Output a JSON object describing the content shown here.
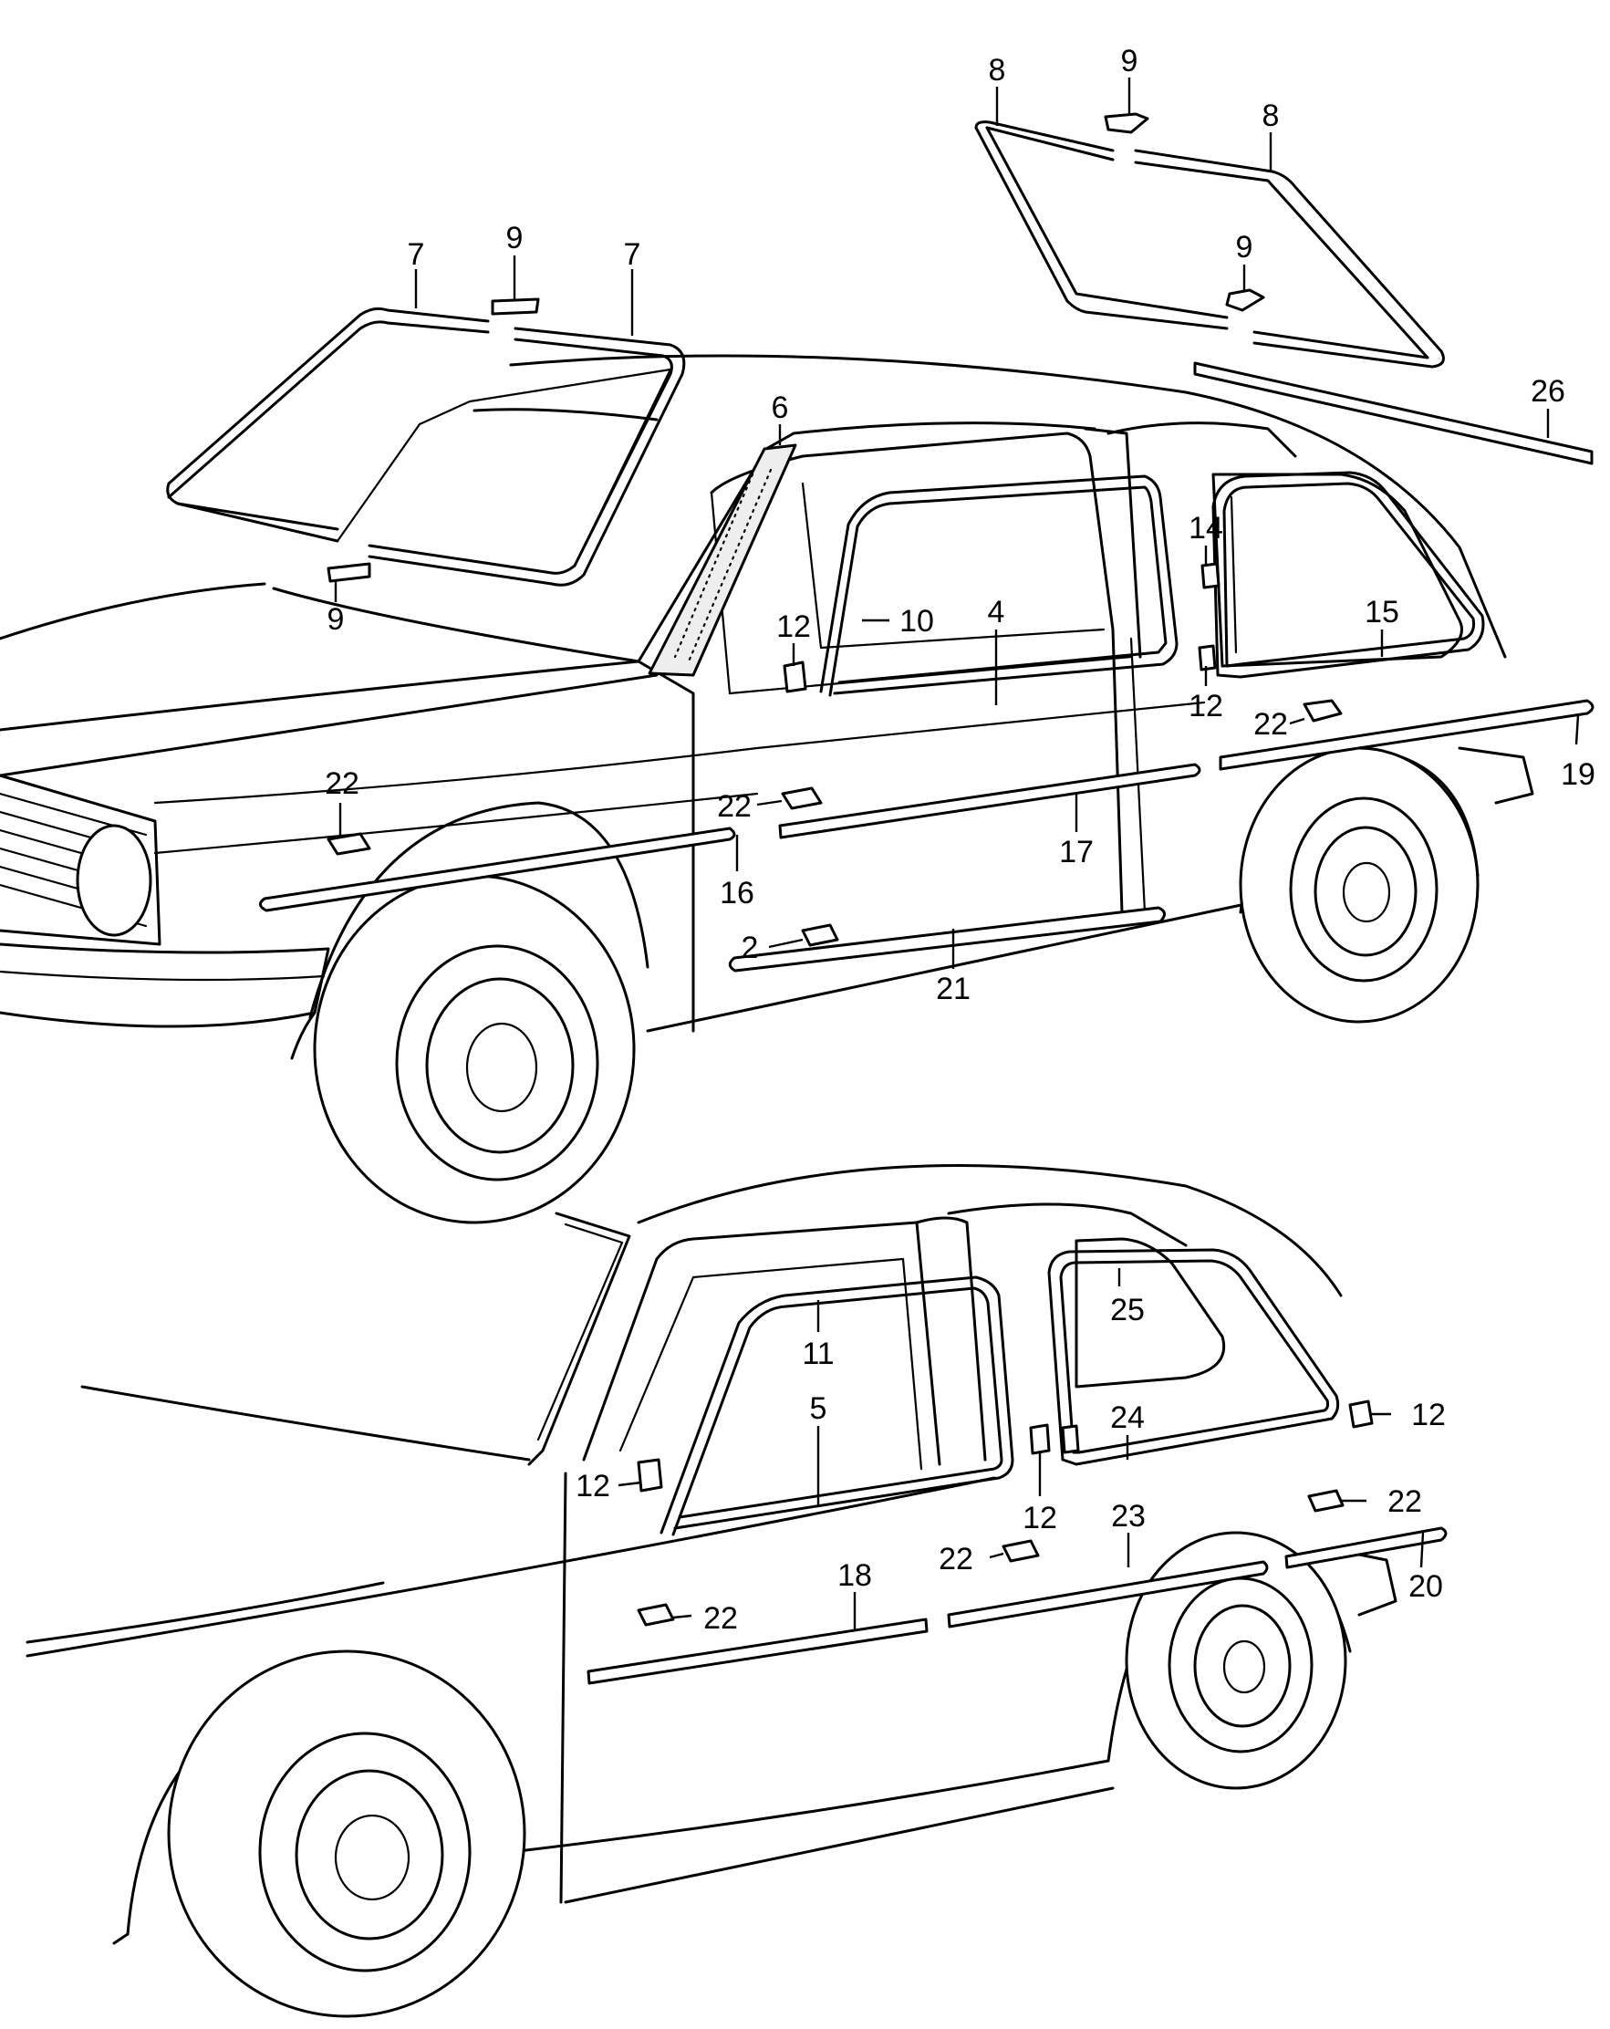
{
  "callouts": [
    {
      "label": "8"
    },
    {
      "label": "9"
    },
    {
      "label": "8"
    },
    {
      "label": "9"
    },
    {
      "label": "26"
    },
    {
      "label": "7"
    },
    {
      "label": "9"
    },
    {
      "label": "7"
    },
    {
      "label": "6"
    },
    {
      "label": "9"
    },
    {
      "label": "14"
    },
    {
      "label": "15"
    },
    {
      "label": "12"
    },
    {
      "label": "10"
    },
    {
      "label": "4"
    },
    {
      "label": "12"
    },
    {
      "label": "22"
    },
    {
      "label": "19"
    },
    {
      "label": "22"
    },
    {
      "label": "22"
    },
    {
      "label": "17"
    },
    {
      "label": "16"
    },
    {
      "label": "2"
    },
    {
      "label": "21"
    },
    {
      "label": "25"
    },
    {
      "label": "11"
    },
    {
      "label": "5"
    },
    {
      "label": "24"
    },
    {
      "label": "12"
    },
    {
      "label": "12"
    },
    {
      "label": "12"
    },
    {
      "label": "22"
    },
    {
      "label": "23"
    },
    {
      "label": "22"
    },
    {
      "label": "20"
    },
    {
      "label": "18"
    },
    {
      "label": "22"
    }
  ]
}
